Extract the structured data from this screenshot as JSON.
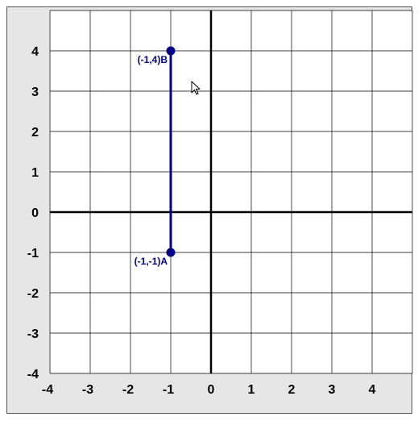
{
  "graph": {
    "x_range": [
      -4,
      5
    ],
    "y_range": [
      -4,
      5
    ],
    "tick_values": [
      -4,
      -3,
      -2,
      -1,
      0,
      1,
      2,
      3,
      4
    ],
    "grid": true,
    "colors": {
      "panel_background": "#e6e6e6",
      "plot_background": "#ffffff",
      "grid": "#000000",
      "segment": "#00008b",
      "tick_label": "#000000",
      "point_label": "#00008b"
    },
    "points": [
      {
        "name": "A",
        "x": -1,
        "y": -1,
        "label": "(-1,-1)A"
      },
      {
        "name": "B",
        "x": -1,
        "y": 4,
        "label": "(-1,4)B"
      }
    ],
    "segment": {
      "from": "A",
      "to": "B"
    },
    "cursor": "mouse-pointer-icon"
  }
}
